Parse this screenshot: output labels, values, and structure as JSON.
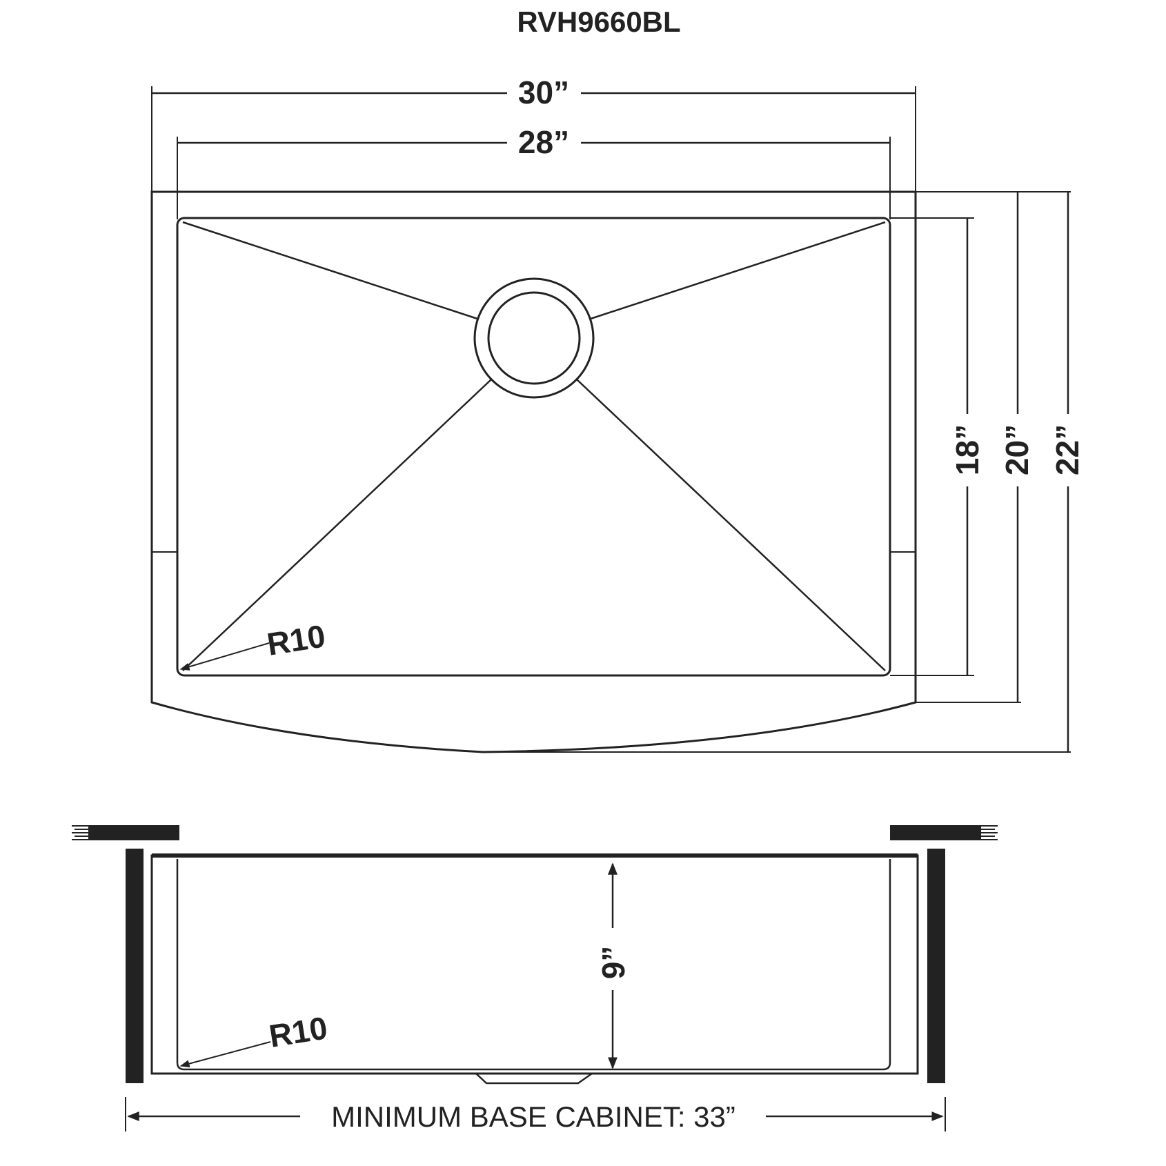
{
  "model": "RVH9660BL",
  "top_view": {
    "width_outer": "30”",
    "width_inner": "28”",
    "depth_inner": "18”",
    "depth_mid": "20”",
    "depth_outer": "22”",
    "corner_radius": "R10"
  },
  "side_view": {
    "bowl_depth": "9”",
    "corner_radius": "R10",
    "cabinet_label": "MINIMUM BASE CABINET: 33”"
  },
  "colors": {
    "line": "#222222",
    "background": "#ffffff"
  }
}
